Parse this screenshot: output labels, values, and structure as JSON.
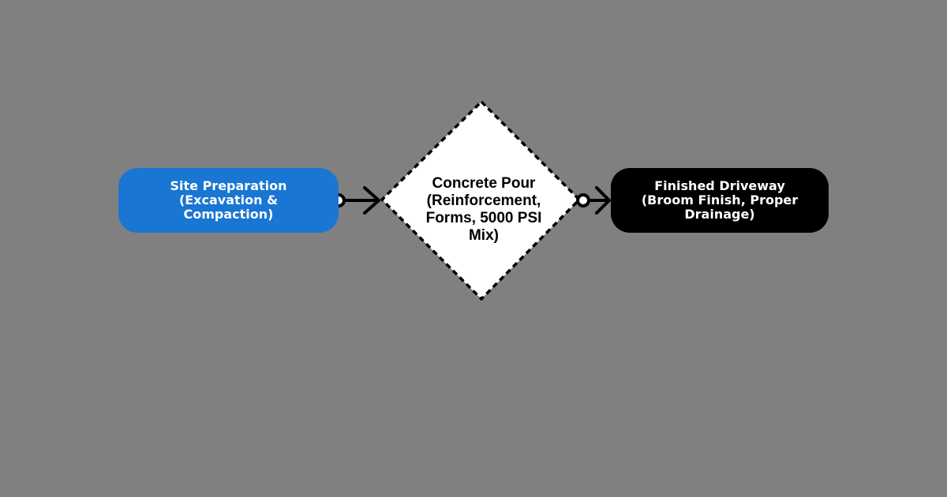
{
  "theme": {
    "background": "#808080",
    "start_fill": "#1976D2",
    "start_text": "#FFFFFF",
    "decision_fill": "#FFFFFF",
    "decision_stroke": "#000000",
    "decision_text": "#000000",
    "end_fill": "#000000",
    "end_text": "#FFFFFF",
    "connector": "#000000"
  },
  "nodes": {
    "site_preparation": {
      "label": "Site Preparation\n(Excavation &\nCompaction)",
      "shape": "rounded-rectangle"
    },
    "concrete_pour": {
      "label": "Concrete Pour\n(Reinforcement,\nForms, 5000 PSI\nMix)",
      "shape": "diamond",
      "border": "dashed"
    },
    "finished_driveway": {
      "label": "Finished Driveway\n(Broom Finish, Proper\nDrainage)",
      "shape": "rounded-rectangle"
    }
  },
  "edges": [
    {
      "from": "site_preparation",
      "to": "concrete_pour",
      "tail": "circle",
      "head": "open-arrow"
    },
    {
      "from": "concrete_pour",
      "to": "finished_driveway",
      "tail": "circle",
      "head": "open-arrow"
    }
  ]
}
